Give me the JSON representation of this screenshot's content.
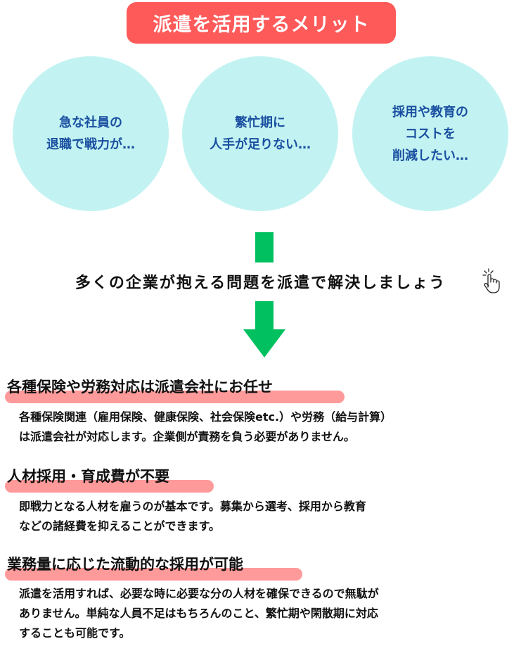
{
  "title": "派遣を活用するメリット",
  "problems": [
    {
      "lines": [
        "急な社員の",
        "退職で戦力が…"
      ]
    },
    {
      "lines": [
        "繁忙期に",
        "人手が足りない…"
      ]
    },
    {
      "lines": [
        "採用や教育の",
        "コストを",
        "削減したい…"
      ]
    }
  ],
  "slogan": "多くの企業が抱える問題を派遣で解決しましょう",
  "sections": [
    {
      "heading": "各種保険や労務対応は派遣会社にお任せ",
      "lines": [
        "各種保険関連（雇用保険、健康保険、社会保険etc.）や労務（給与計算）",
        "は派遣会社が対応します。企業側が責務を負う必要がありません。"
      ]
    },
    {
      "heading": "人材採用・育成費が不要",
      "lines": [
        "即戦力となる人材を雇うのが基本です。募集から選考、採用から教育",
        "などの諸経費を抑えることができます。"
      ]
    },
    {
      "heading": "業務量に応じた流動的な採用が可能",
      "lines": [
        "派遣を活用すれば、必要な時に必要な分の人材を確保できるので無駄が",
        "ありません。単純な人員不足はもちろんのこと、繁忙期や閑散期に対応",
        "することも可能です。"
      ]
    }
  ],
  "colors": {
    "title_bg": "#ff5a5a",
    "circle": "#c2f3f2",
    "circle_text": "#1a4fa0",
    "arrow": "#00c060",
    "highlight": "#ff9a9a"
  }
}
